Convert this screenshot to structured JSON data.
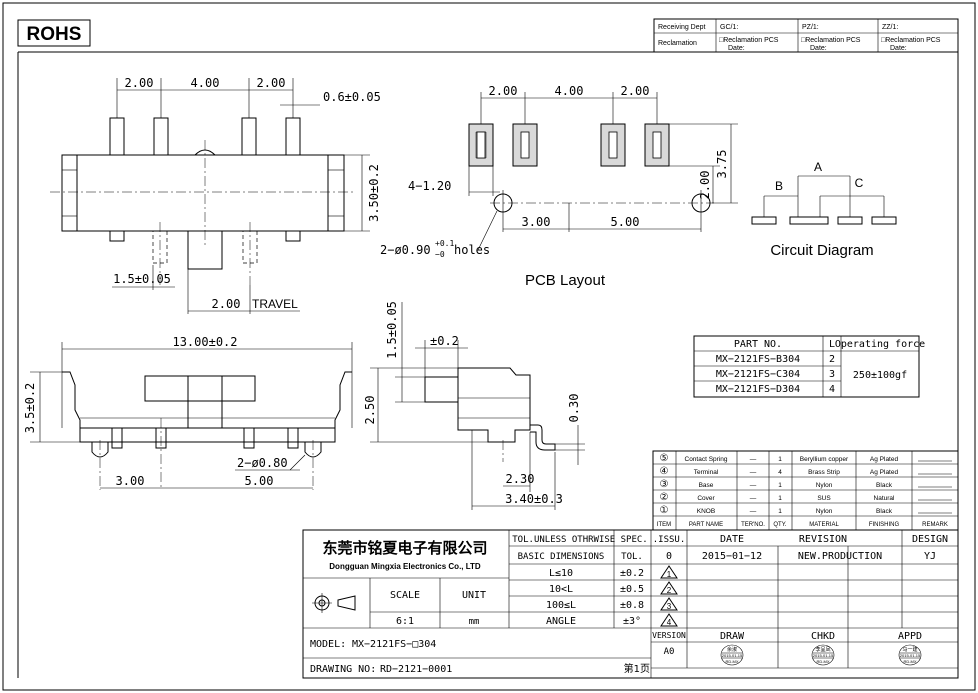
{
  "badge": "ROHS",
  "top_table": {
    "receiving_dept": "Receiving Dept",
    "gc": "GC/1:",
    "pz": "PZ/1:",
    "zz": "ZZ/1:",
    "reclamation": "Reclamation",
    "reclamation_pcs": "□Reclamation PCS",
    "date": "Date:"
  },
  "top_view": {
    "dims": [
      "2.00",
      "4.00",
      "2.00",
      "0.6±0.05",
      "3.50±0.2",
      "1.5±0.05",
      "2.00"
    ],
    "travel": "TRAVEL"
  },
  "pcb_layout": {
    "dims": [
      "2.00",
      "4.00",
      "2.00",
      "3.75",
      "2.00",
      "3.00",
      "5.00"
    ],
    "pad_note": "4−1.20",
    "holes_prefix": "2−ø0.90",
    "holes_tol_up": "+0.1",
    "holes_tol_down": "−0",
    "holes_suffix": "holes",
    "title": "PCB Layout"
  },
  "circuit": {
    "a": "A",
    "b": "B",
    "c": "C",
    "title": "Circuit Diagram"
  },
  "front_view": {
    "dims": [
      "13.00±0.2",
      "3.5±0.2",
      "2−ø0.80",
      "3.00",
      "5.00"
    ]
  },
  "side_view": {
    "dims": [
      "1.5±0.05",
      "±0.2",
      "2.50",
      "0.30",
      "2.30",
      "3.40±0.3"
    ]
  },
  "part_table": {
    "headers": [
      "PART NO.",
      "L",
      "Operating force"
    ],
    "rows": [
      {
        "part": "MX−2121FS−B304",
        "l": "2"
      },
      {
        "part": "MX−2121FS−C304",
        "l": "3"
      },
      {
        "part": "MX−2121FS−D304",
        "l": "4"
      }
    ],
    "force": "250±100gf"
  },
  "bom": {
    "rows": [
      {
        "no": "⑤",
        "name": "Contact Spring",
        "ter": "—",
        "qty": "1",
        "mat": "Beryllium copper",
        "fin": "Ag Plated"
      },
      {
        "no": "④",
        "name": "Terminal",
        "ter": "—",
        "qty": "4",
        "mat": "Brass Strip",
        "fin": "Ag Plated"
      },
      {
        "no": "③",
        "name": "Base",
        "ter": "—",
        "qty": "1",
        "mat": "Nylon",
        "fin": "Black"
      },
      {
        "no": "②",
        "name": "Cover",
        "ter": "—",
        "qty": "1",
        "mat": "SUS",
        "fin": "Natural"
      },
      {
        "no": "①",
        "name": "KNOB",
        "ter": "—",
        "qty": "1",
        "mat": "Nylon",
        "fin": "Black"
      }
    ],
    "headers": [
      "ITEM",
      "PART NAME",
      "TER'NO.",
      "QTY.",
      "MATERIAL",
      "FINISHING",
      "REMARK"
    ]
  },
  "title_block": {
    "company_cn": "东莞市铭夏电子有限公司",
    "company_en": "Dongguan Mingxia Electronics Co., LTD",
    "tol_title": "TOL.UNLESS OTHRWISE SPEC.",
    "basic_dim": "BASIC DIMENSIONS",
    "tol": "TOL.",
    "tol_rows": [
      {
        "range": "L≤10",
        "tol": "±0.2"
      },
      {
        "range": "10<L",
        "tol": "±0.5"
      },
      {
        "range": "100≤L",
        "tol": "±0.8"
      },
      {
        "range": "ANGLE",
        "tol": "±3°"
      }
    ],
    "scale_label": "SCALE",
    "unit_label": "UNIT",
    "scale": "6:1",
    "unit": "mm",
    "issu": ".ISSU.",
    "date_label": "DATE",
    "revision_label": "REVISION",
    "design_label": "DESIGN",
    "issue_no": "0",
    "date": "2015−01−12",
    "revision": "NEW.PRODUCTION",
    "designer": "YJ",
    "rev_marks": [
      "1",
      "2",
      "3",
      "4"
    ],
    "model_label": "MODEL:",
    "model": "MX−2121FS−□304",
    "version_label": "VERSION",
    "version": "A0",
    "draw": "DRAW",
    "chkd": "CHKD",
    "appd": "APPD",
    "drawing_no_label": "DRAWING NO:",
    "drawing_no": "RD−2121−0001",
    "page": "第1页",
    "stamps": [
      {
        "name": "余淑",
        "date": "2015-01-15",
        "dept": "RD-MX"
      },
      {
        "name": "李呈凤",
        "date": "2015-01-15",
        "dept": "RD-MX"
      },
      {
        "name": "马一建",
        "date": "2015-01-15",
        "dept": "RD-MX"
      }
    ]
  }
}
